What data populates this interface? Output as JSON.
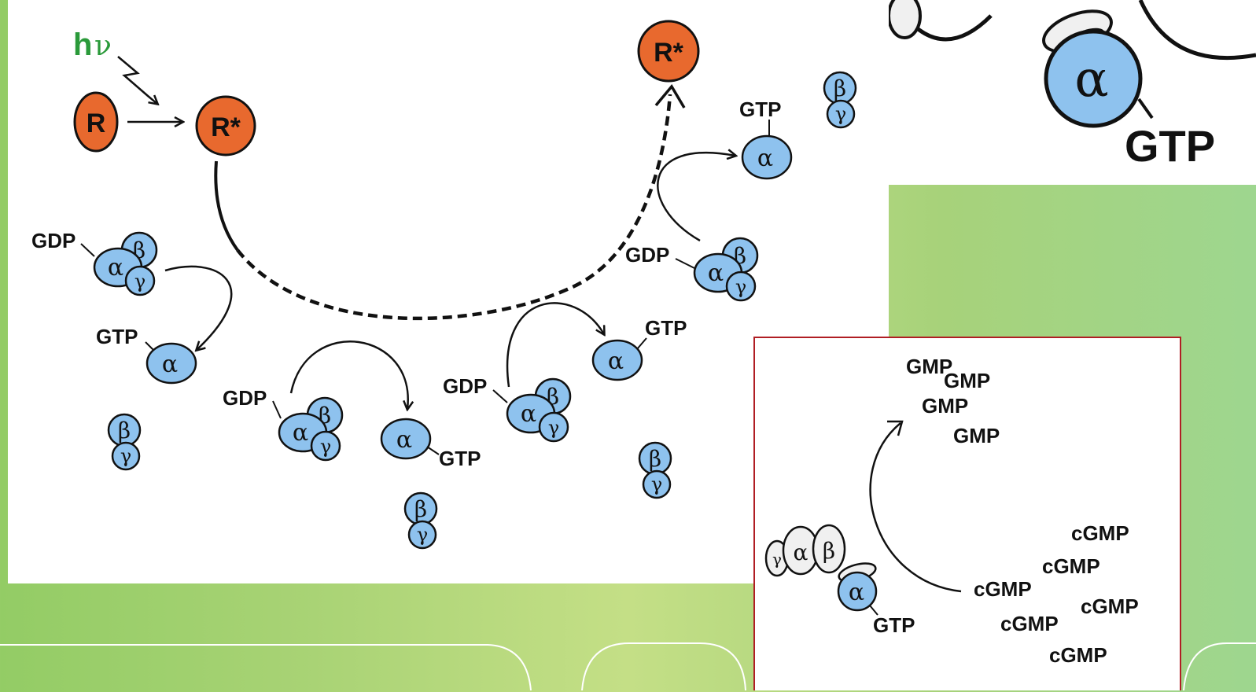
{
  "colors": {
    "background_green": "#a9d375",
    "receptor_orange": "#e8692e",
    "subunit_blue": "#8ec2ee",
    "photon_green": "#2a9a3a",
    "inset_border": "#b01e24"
  },
  "main": {
    "photon": {
      "h": "h",
      "nu": "ν"
    },
    "receptor": "R",
    "active_receptor": "R*",
    "labels": {
      "gdp": "GDP",
      "gtp": "GTP"
    },
    "greek": {
      "alpha": "α",
      "beta": "β",
      "gamma": "γ"
    }
  },
  "top_inset": {
    "alpha": "α",
    "gtp": "GTP"
  },
  "effector_inset": {
    "gmp_labels": [
      "GMP",
      "GMP",
      "GMP",
      "GMP"
    ],
    "cgmp_labels": [
      "cGMP",
      "cGMP",
      "cGMP",
      "cGMP",
      "cGMP",
      "cGMP"
    ],
    "complex": {
      "alpha": "α",
      "beta": "β",
      "gamma": "γ",
      "bound_alpha": "α",
      "gtp": "GTP"
    }
  }
}
